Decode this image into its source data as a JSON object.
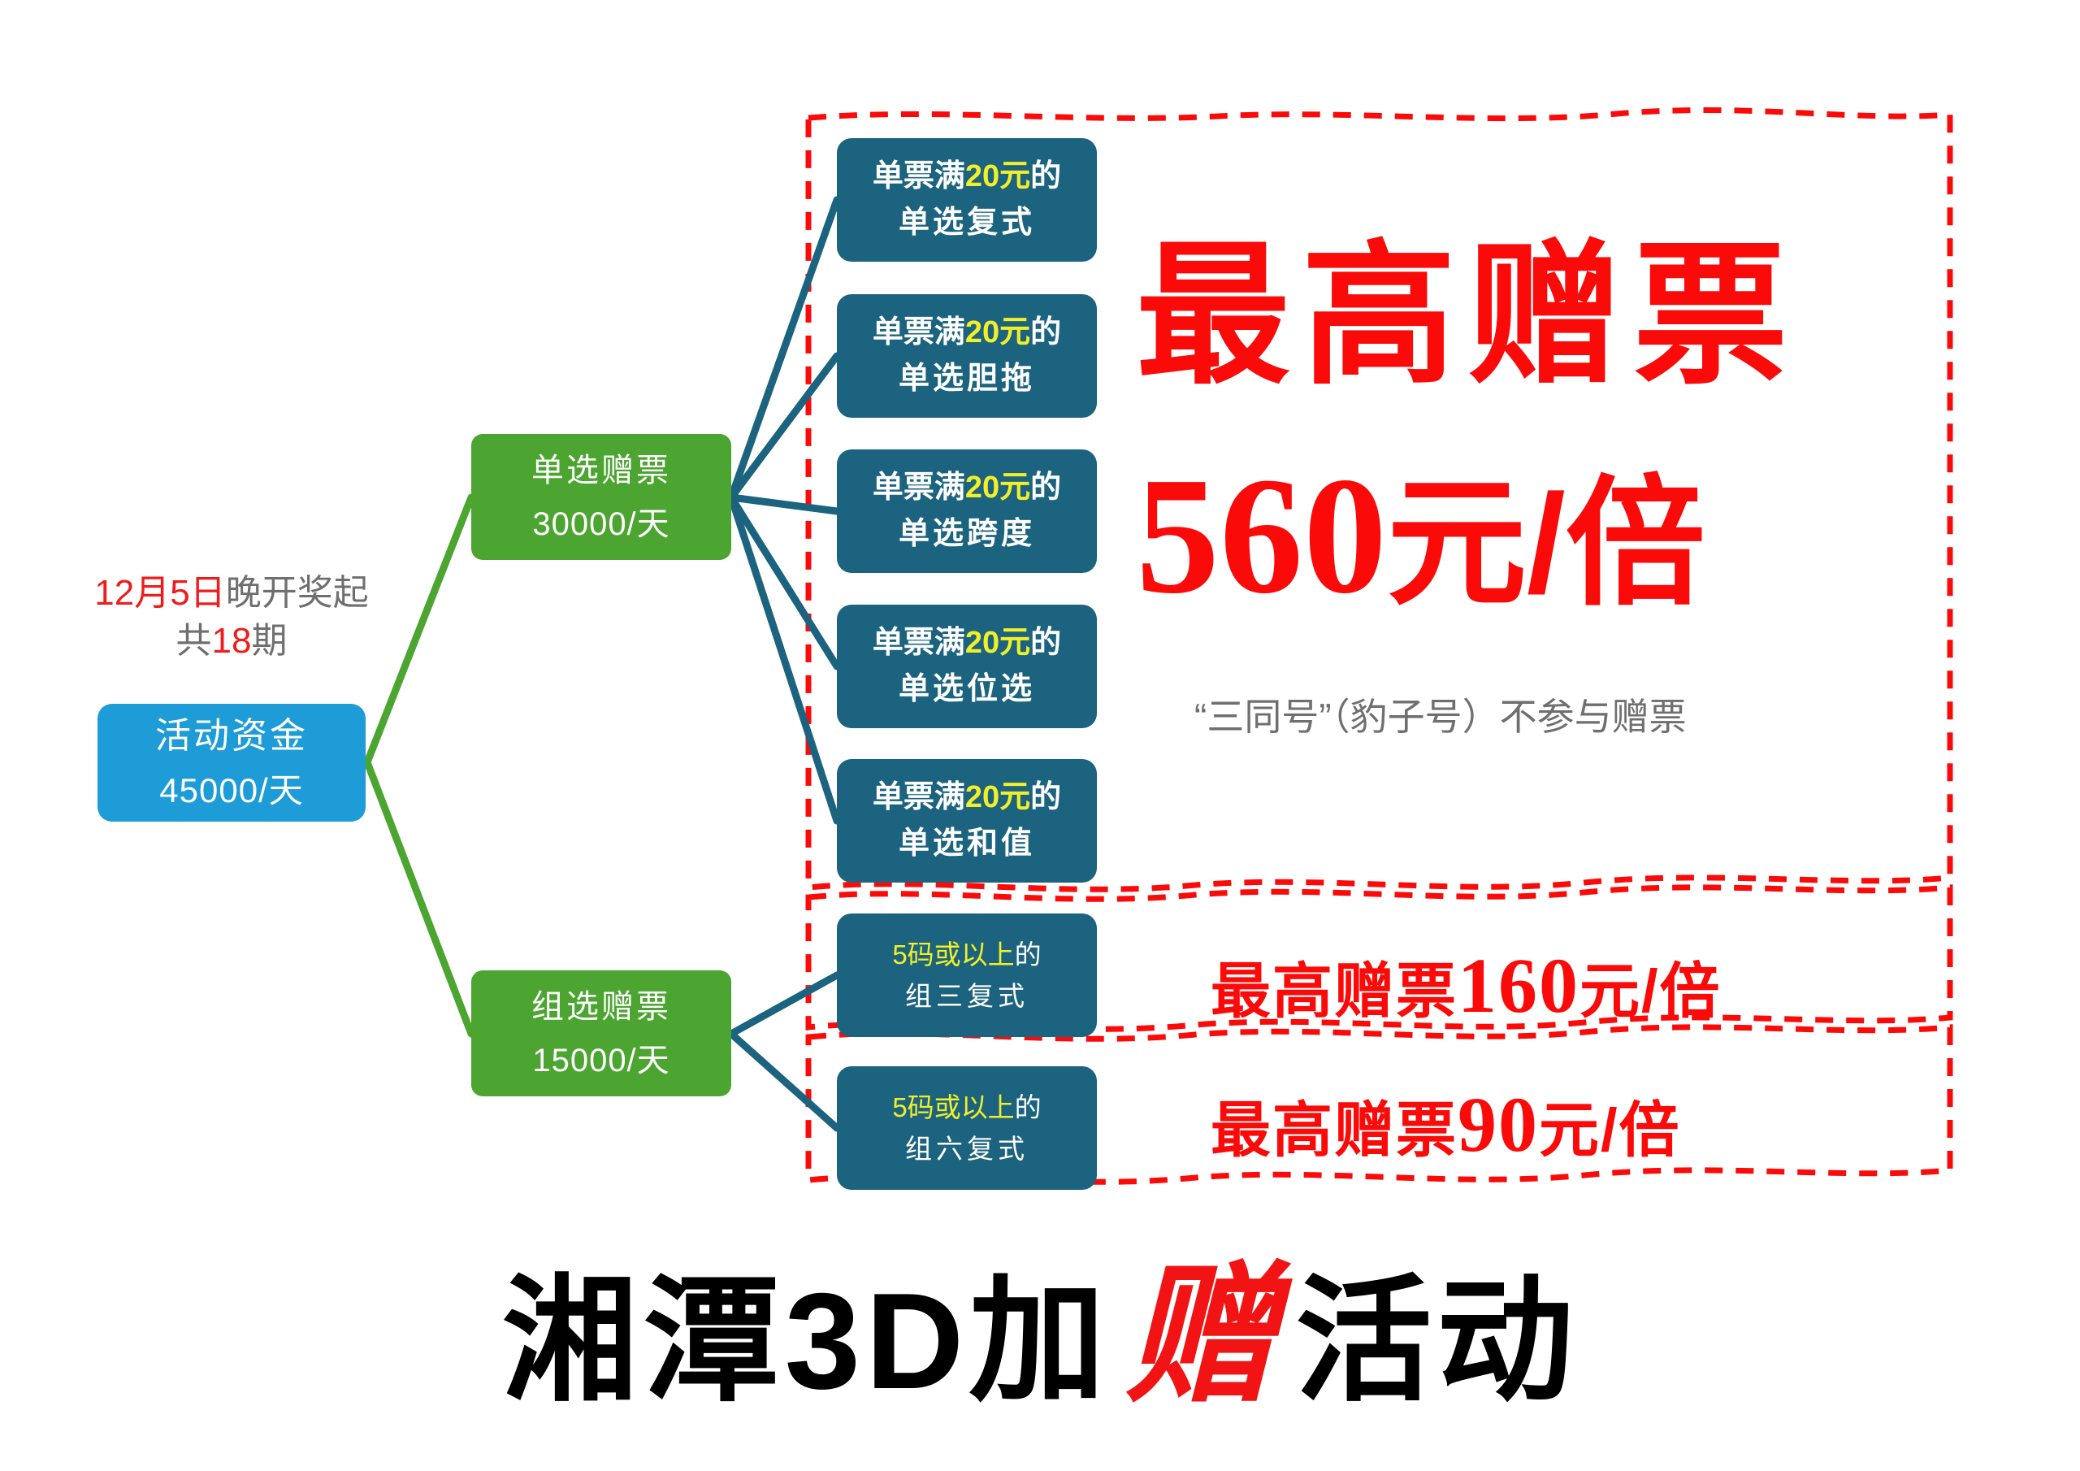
{
  "header_note": {
    "line1_red": "12月5日",
    "line1_gray": "晚开奖起",
    "line2_gray_a": "共",
    "line2_red": "18",
    "line2_gray_b": "期"
  },
  "root": {
    "title": "活动资金",
    "amount": "45000/天",
    "color": "#1e9cd7"
  },
  "branches": [
    {
      "id": "danxuan",
      "title": "单选赠票",
      "amount": "30000/天",
      "color": "#4ba530"
    },
    {
      "id": "zuxuan",
      "title": "组选赠票",
      "amount": "15000/天",
      "color": "#4ba530"
    }
  ],
  "leaves": [
    {
      "prefix": "单票满",
      "highlight": "20元",
      "suffix": "的",
      "line2": "单选复式"
    },
    {
      "prefix": "单票满",
      "highlight": "20元",
      "suffix": "的",
      "line2": "单选胆拖"
    },
    {
      "prefix": "单票满",
      "highlight": "20元",
      "suffix": "的",
      "line2": "单选跨度"
    },
    {
      "prefix": "单票满",
      "highlight": "20元",
      "suffix": "的",
      "line2": "单选位选"
    },
    {
      "prefix": "单票满",
      "highlight": "20元",
      "suffix": "的",
      "line2": "单选和值"
    },
    {
      "prefix": "",
      "highlight": "5码或以上",
      "suffix": "的",
      "line2": "组三复式"
    },
    {
      "prefix": "",
      "highlight": "5码或以上",
      "suffix": "的",
      "line2": "组六复式"
    }
  ],
  "promo": {
    "line1": "最高赠票",
    "amount": "560",
    "unit": "元/倍",
    "note": "“三同号”（豹子号）不参与赠票",
    "row1_label": "最高赠票",
    "row1_amount": "160",
    "row1_unit": "元/倍",
    "row2_label": "最高赠票",
    "row2_amount": "90",
    "row2_unit": "元/倍"
  },
  "bottom_title": {
    "part1": "湘潭3D加",
    "accent": "赠",
    "part2": "活动"
  },
  "colors": {
    "blue": "#1e9cd7",
    "green": "#4ba530",
    "teal": "#1b637f",
    "red": "#fb0a0a",
    "yellow": "#f2ef2a",
    "gray": "#6f6f6f"
  }
}
